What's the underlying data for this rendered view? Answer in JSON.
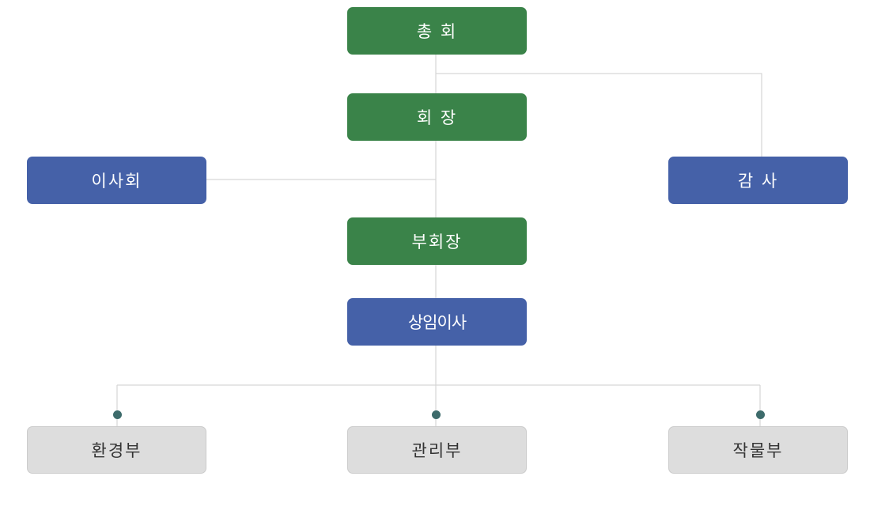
{
  "nodes": {
    "general_assembly": "총 회",
    "president": "회 장",
    "board": "이사회",
    "auditor": "감 사",
    "vice_president": "부회장",
    "standing_director": "상임이사",
    "environment_dept": "환경부",
    "management_dept": "관리부",
    "crops_dept": "작물부"
  },
  "colors": {
    "executive": "#3a8349",
    "council": "#4561a8",
    "department": "#dddddd",
    "connector": "#d6d6d6",
    "junction_dot": "#3d6b6b"
  }
}
